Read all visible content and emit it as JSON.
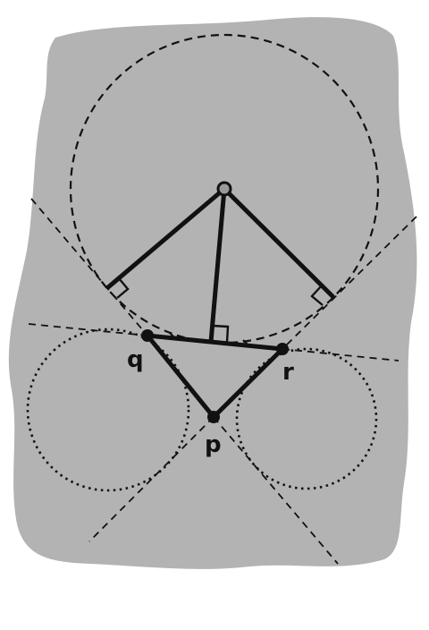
{
  "diagram": {
    "colors": {
      "background": "#ffffff",
      "region_fill": "#b3b3b3",
      "ink": "#111111"
    },
    "points": {
      "q": {
        "label": "q"
      },
      "r": {
        "label": "r"
      },
      "p": {
        "label": "p"
      }
    }
  }
}
